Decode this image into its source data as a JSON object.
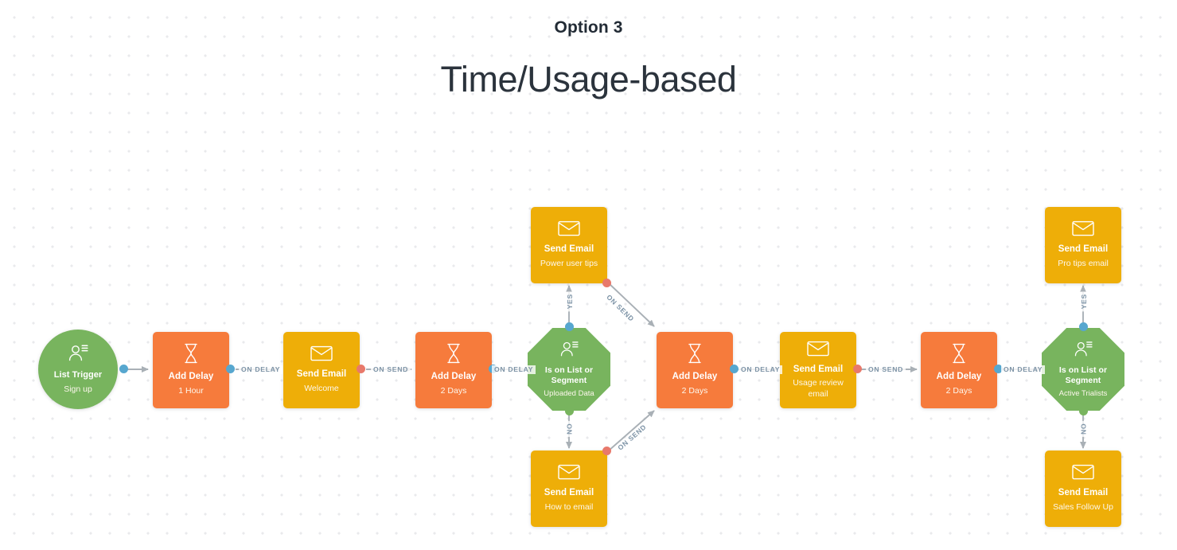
{
  "header": {
    "option_label": "Option 3",
    "title": "Time/Usage-based"
  },
  "colors": {
    "orange": "#f67b3c",
    "yellow": "#eeae08",
    "green": "#78b45e",
    "port_blue": "#57a7cf",
    "port_red": "#e8796b",
    "edge_gray": "#a9b0b6",
    "label_text": "#7d93a6",
    "canvas_bg": "#ffffff",
    "grid_dot": "#e9eaec",
    "title_text": "#2b333c"
  },
  "nodes": [
    {
      "id": "list-trigger",
      "shape": "circle",
      "color_key": "green",
      "icon": "contact-list-icon",
      "title": "List Trigger",
      "sub": "Sign up"
    },
    {
      "id": "add-delay-1",
      "shape": "square",
      "color_key": "orange",
      "icon": "hourglass-icon",
      "title": "Add Delay",
      "sub": "1 Hour"
    },
    {
      "id": "send-email-welcome",
      "shape": "square",
      "color_key": "yellow",
      "icon": "envelope-icon",
      "title": "Send Email",
      "sub": "Welcome"
    },
    {
      "id": "add-delay-2",
      "shape": "square",
      "color_key": "orange",
      "icon": "hourglass-icon",
      "title": "Add Delay",
      "sub": "2 Days"
    },
    {
      "id": "segment-uploaded",
      "shape": "octagon",
      "color_key": "green",
      "icon": "contact-list-icon",
      "title": "Is on List or Segment",
      "sub": "Uploaded Data"
    },
    {
      "id": "send-email-power",
      "shape": "square",
      "color_key": "yellow",
      "icon": "envelope-icon",
      "title": "Send Email",
      "sub": "Power user tips"
    },
    {
      "id": "send-email-howto",
      "shape": "square",
      "color_key": "yellow",
      "icon": "envelope-icon",
      "title": "Send Email",
      "sub": "How to email"
    },
    {
      "id": "add-delay-3",
      "shape": "square",
      "color_key": "orange",
      "icon": "hourglass-icon",
      "title": "Add Delay",
      "sub": "2 Days"
    },
    {
      "id": "send-email-usage",
      "shape": "square",
      "color_key": "yellow",
      "icon": "envelope-icon",
      "title": "Send Email",
      "sub": "Usage review email"
    },
    {
      "id": "add-delay-4",
      "shape": "square",
      "color_key": "orange",
      "icon": "hourglass-icon",
      "title": "Add Delay",
      "sub": "2 Days"
    },
    {
      "id": "segment-trialists",
      "shape": "octagon",
      "color_key": "green",
      "icon": "contact-list-icon",
      "title": "Is on List or Segment",
      "sub": "Active Trialists"
    },
    {
      "id": "send-email-protips",
      "shape": "square",
      "color_key": "yellow",
      "icon": "envelope-icon",
      "title": "Send Email",
      "sub": "Pro tips email"
    },
    {
      "id": "send-email-sales",
      "shape": "square",
      "color_key": "yellow",
      "icon": "envelope-icon",
      "title": "Send Email",
      "sub": "Sales Follow Up"
    }
  ],
  "edge_labels": [
    {
      "id": "edge-label-1",
      "text": "ON DELAY"
    },
    {
      "id": "edge-label-2",
      "text": "ON SEND"
    },
    {
      "id": "edge-label-3",
      "text": "ON DELAY"
    },
    {
      "id": "edge-label-4",
      "text": "YES"
    },
    {
      "id": "edge-label-5",
      "text": "NO"
    },
    {
      "id": "edge-label-6",
      "text": "ON SEND"
    },
    {
      "id": "edge-label-7",
      "text": "ON SEND"
    },
    {
      "id": "edge-label-8",
      "text": "ON DELAY"
    },
    {
      "id": "edge-label-9",
      "text": "ON SEND"
    },
    {
      "id": "edge-label-10",
      "text": "ON DELAY"
    },
    {
      "id": "edge-label-11",
      "text": "YES"
    },
    {
      "id": "edge-label-12",
      "text": "NO"
    }
  ]
}
